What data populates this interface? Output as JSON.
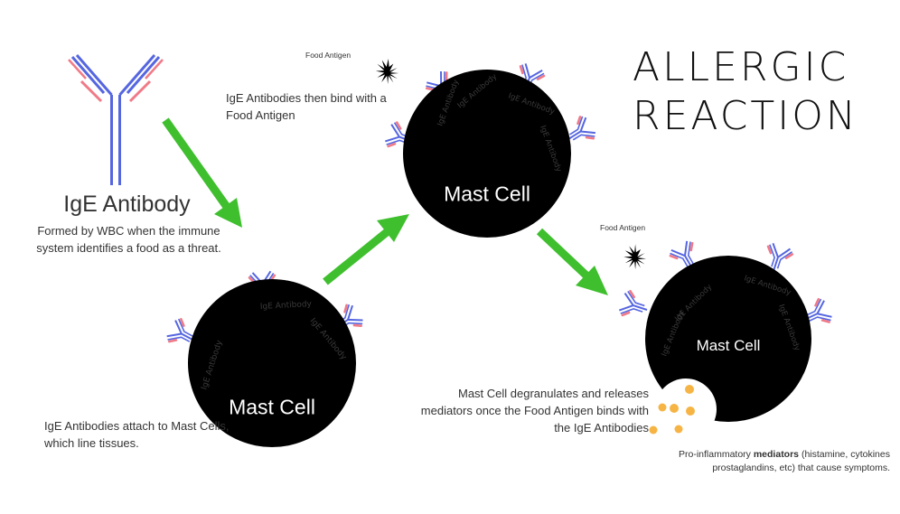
{
  "title": {
    "line1": "ALLERGIC",
    "line2": "REACTION"
  },
  "antibody": {
    "title": "IgE Antibody",
    "description": "Formed by WBC when the immune system identifies a food as a threat."
  },
  "steps": {
    "attach": "IgE Antibodies attach to Mast Cells, which line tissues.",
    "bind": "IgE Antibodies then bind with a Food Antigen",
    "degranulate": "Mast Cell degranulates and releases mediators once the Food Antigen binds with the IgE Antibodies"
  },
  "mediators": {
    "bold": "mediators",
    "before": "Pro-inflammatory ",
    "after": " (histamine, cytokines prostaglandins, etc) that cause symptoms."
  },
  "labels": {
    "mast_cell": "Mast Cell",
    "food_antigen": "Food Antigen",
    "receptor": "IgE Antibody"
  },
  "colors": {
    "arrow": "#3fbf2e",
    "cell": "#000000",
    "antibody_blue": "#5566e0",
    "antibody_red": "#f07a86",
    "mediator_dot": "#f6b445"
  },
  "icons": {
    "antibody": "y-shaped-antibody-icon",
    "antigen": "spiky-star-icon",
    "mediator": "dot-icon"
  }
}
